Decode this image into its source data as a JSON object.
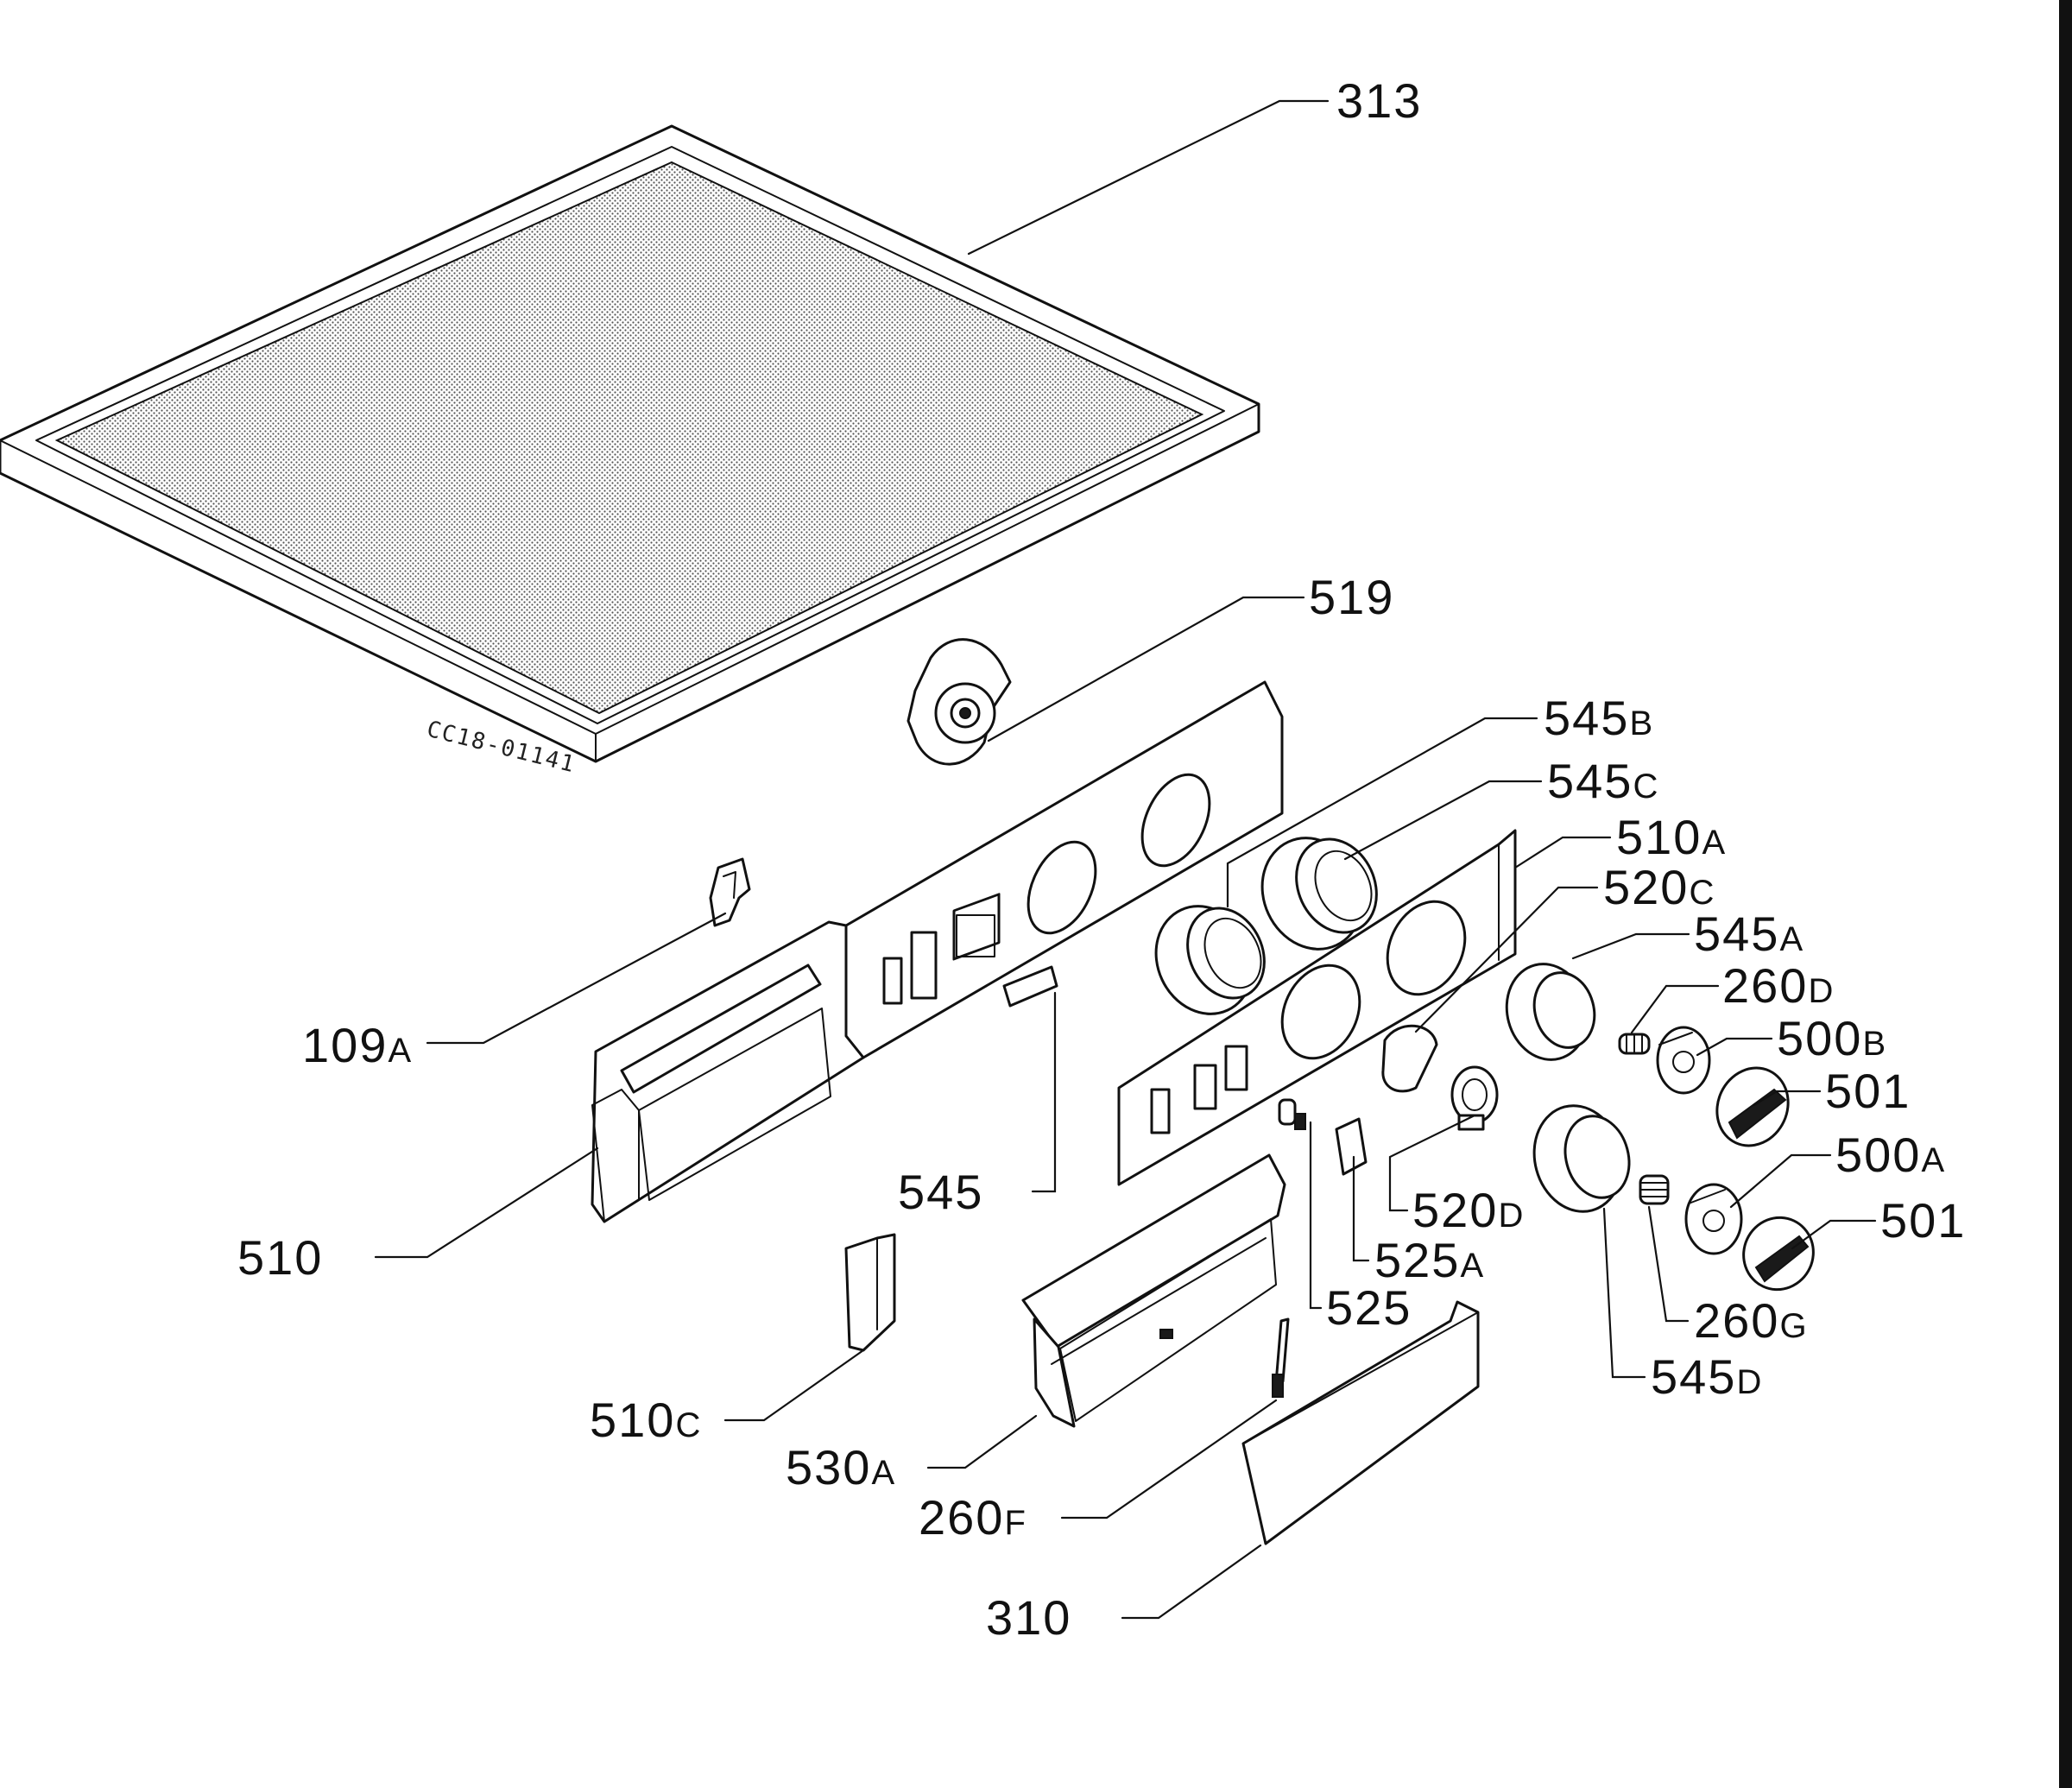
{
  "drawing_code": "CC18-01141",
  "labels": [
    {
      "id": "313",
      "num": "313",
      "suffix": ""
    },
    {
      "id": "519",
      "num": "519",
      "suffix": ""
    },
    {
      "id": "545B",
      "num": "545",
      "suffix": "B"
    },
    {
      "id": "545C",
      "num": "545",
      "suffix": "C"
    },
    {
      "id": "510A",
      "num": "510",
      "suffix": "A"
    },
    {
      "id": "520C",
      "num": "520",
      "suffix": "C"
    },
    {
      "id": "545A",
      "num": "545",
      "suffix": "A"
    },
    {
      "id": "260D",
      "num": "260",
      "suffix": "D"
    },
    {
      "id": "500B",
      "num": "500",
      "suffix": "B"
    },
    {
      "id": "501-top",
      "num": "501",
      "suffix": ""
    },
    {
      "id": "500A",
      "num": "500",
      "suffix": "A"
    },
    {
      "id": "501-bottom",
      "num": "501",
      "suffix": ""
    },
    {
      "id": "109A",
      "num": "109",
      "suffix": "A"
    },
    {
      "id": "545",
      "num": "545",
      "suffix": ""
    },
    {
      "id": "510",
      "num": "510",
      "suffix": ""
    },
    {
      "id": "520D",
      "num": "520",
      "suffix": "D"
    },
    {
      "id": "525A",
      "num": "525",
      "suffix": "A"
    },
    {
      "id": "525",
      "num": "525",
      "suffix": ""
    },
    {
      "id": "260G",
      "num": "260",
      "suffix": "G"
    },
    {
      "id": "545D",
      "num": "545",
      "suffix": "D"
    },
    {
      "id": "510C",
      "num": "510",
      "suffix": "C"
    },
    {
      "id": "530A",
      "num": "530",
      "suffix": "A"
    },
    {
      "id": "260F",
      "num": "260",
      "suffix": "F"
    },
    {
      "id": "310",
      "num": "310",
      "suffix": ""
    }
  ]
}
